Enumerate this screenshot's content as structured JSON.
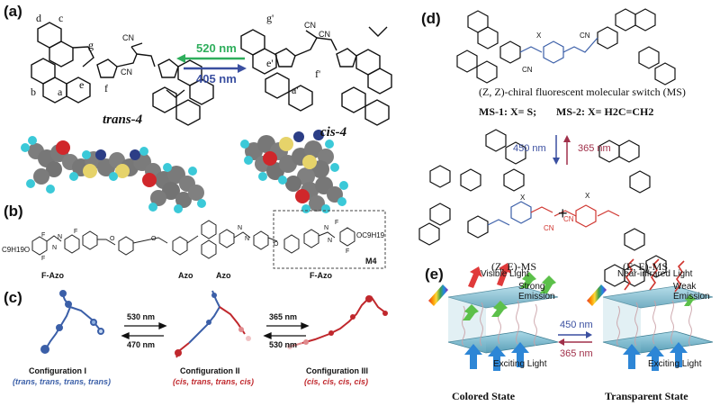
{
  "panels": {
    "a": {
      "label": "(a)",
      "forward_wavelength": "520 nm",
      "reverse_wavelength": "405 nm",
      "trans_label": "trans-4",
      "cis_label": "cis-4",
      "trans_atom_labels": [
        "d",
        "c",
        "g",
        "b",
        "a",
        "e",
        "f"
      ],
      "cis_atom_labels": [
        "g'",
        "a'",
        "e'",
        "f'"
      ],
      "group_label": "CN",
      "colors": {
        "forward_arrow": "#2fae5c",
        "reverse_arrow": "#3a4fa0"
      }
    },
    "b": {
      "label": "(b)",
      "chain_left": "C9H19O",
      "chain_right": "OC9H19",
      "halogen": "F",
      "azo_atom": "N",
      "ether_atom": "O",
      "box_label": "M4",
      "unit_labels": [
        "F-Azo",
        "Azo",
        "Azo",
        "F-Azo"
      ]
    },
    "c": {
      "label": "(c)",
      "arrow1_forward": "530 nm",
      "arrow1_reverse": "470 nm",
      "arrow2_forward": "365 nm",
      "arrow2_reverse": "530 nm",
      "configurations": [
        {
          "name": "Configuration I",
          "state": "(trans, trans, trans, trans)"
        },
        {
          "name": "Configuration II",
          "state": "(cis, trans, trans, cis)"
        },
        {
          "name": "Configuration III",
          "state": "(cis, cis, cis, cis)"
        }
      ],
      "colors": {
        "trans": "#3b5fa8",
        "cis": "#c0282d"
      }
    },
    "d": {
      "label": "(d)",
      "title": "(Z, Z)-chiral fluorescent molecular switch (MS)",
      "ms1": "MS-1: X= S;",
      "ms2": "MS-2: X= H2C=CH2",
      "down_wavelength": "450 nm",
      "up_wavelength": "365 nm",
      "plus": "+",
      "ze_label": "(Z, E)-MS",
      "ee_label": "(E, E)-MS",
      "group_label": "CN",
      "x_label": "X",
      "colors": {
        "down_arrow": "#3a4fa0",
        "up_arrow": "#a0304a"
      }
    },
    "e": {
      "label": "(e)",
      "left_top_text": "Visible Light",
      "left_emission": "Strong Emission",
      "left_excite": "Exciting Light",
      "left_state": "Colored State",
      "right_top_text": "Near-infrared Light",
      "right_emission": "Weak Emission",
      "right_excite": "Exciting Light",
      "right_state": "Transparent State",
      "forward_wavelength": "450 nm",
      "reverse_wavelength": "365 nm",
      "colors": {
        "plate": "#6fb0c6",
        "emission": "#5cc04a",
        "excite": "#2d86d6",
        "visible": "#e03a3a"
      }
    }
  }
}
